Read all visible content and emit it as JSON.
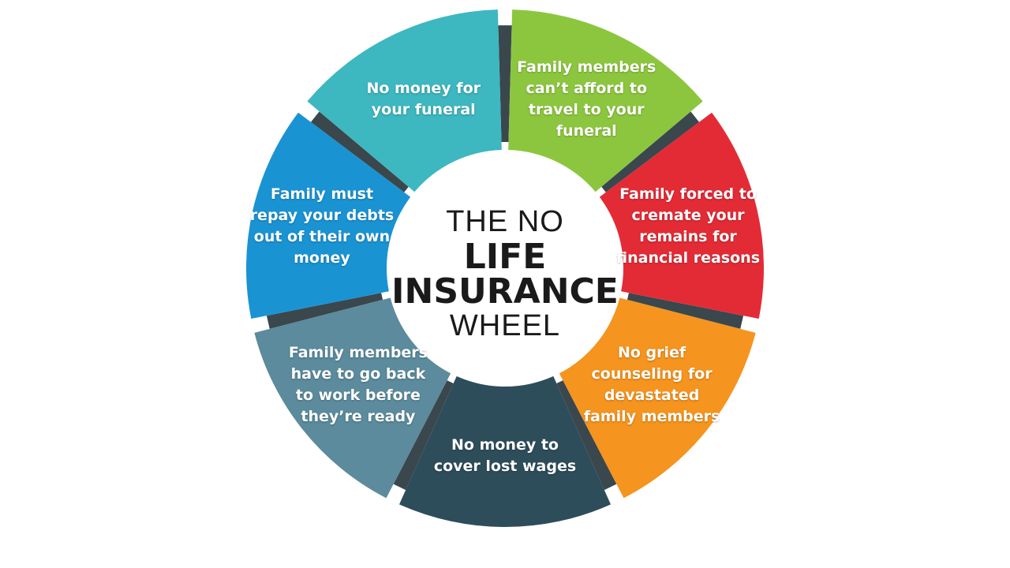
{
  "center": {
    "line1": "THE NO",
    "line2": "LIFE",
    "line3": "INSURANCE",
    "line4": "WHEEL"
  },
  "segments": [
    {
      "label": "Family members can’t afford to travel to your funeral",
      "color": "#8cc63e"
    },
    {
      "label": "Family forced to cremate your remains for financial reasons",
      "color": "#e32b36"
    },
    {
      "label": "No grief counseling for devastated family members",
      "color": "#f5941e"
    },
    {
      "label": "No money to cover lost wages",
      "color": "#2e4d5b"
    },
    {
      "label": "Family members have to go back to work before they’re ready",
      "color": "#5b8b9c"
    },
    {
      "label": "Family must repay your debts out of their own money",
      "color": "#1a93d3"
    },
    {
      "label": "No money for your funeral",
      "color": "#3db7c0"
    }
  ]
}
